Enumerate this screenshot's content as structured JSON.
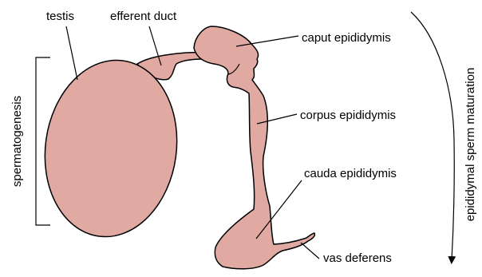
{
  "labels": {
    "testis": "testis",
    "efferent_duct": "efferent duct",
    "caput": "caput epididymis",
    "corpus": "corpus epididymis",
    "cauda": "cauda epididymis",
    "vas_deferens": "vas deferens",
    "spermatogenesis": "spermatogenesis",
    "maturation": "epididymal sperm maturation"
  },
  "colors": {
    "tissue": "#e0aaa3",
    "outline": "#000000",
    "text": "#000000",
    "background": "#ffffff"
  }
}
